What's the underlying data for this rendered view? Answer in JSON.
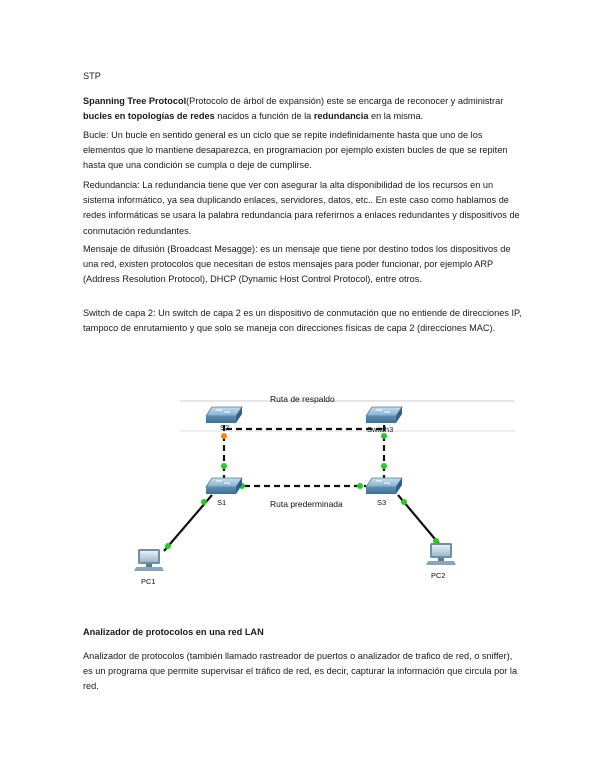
{
  "doc": {
    "title": "STP",
    "stp_paragraph": {
      "term": "Spanning Tree Protocol",
      "text_a": "(Protocolo de árbol de expansión) este se encarga de reconocer y administrar ",
      "bold_a": "bucles en topologías de redes",
      "text_b": " nacidos a función de la ",
      "bold_b": "redundancia",
      "text_c": " en la misma."
    },
    "bucle_paragraph": "Bucle: Un bucle en sentido general es un ciclo que se repite indefinidamente hasta que uno de los elementos que lo mantiene desaparezca, en programacion por ejemplo existen bucles de que se repiten hasta que una condición se cumpla o deje de cumplirse.",
    "redundancia_paragraph": "Redundancia: La redundancia tiene que ver con asegurar la alta disponibilidad de los recursos en un sistema informático, ya sea duplicando enlaces, servidores, datos, etc.. En este caso como hablamos de redes informáticas se usara la palabra redundancia para referirnos a enlaces redundantes y dispositivos de conmutación redundantes.",
    "difusion_paragraph": "Mensaje de difusión (Broadcast Mesagge): es un mensaje que tiene por destino todos los dispositivos de una red, existen protocolos que necesitan de estos mensajes para poder funcionar, por ejemplo ARP (Address Resolution Protocol), DHCP (Dynamic Host Control Protocol), entre otros.",
    "switch_paragraph": "Switch de capa 2: Un switch de capa 2 es un dispositivo de conmutación que no entiende de direcciones IP, tampoco de enrutamiento y que solo se maneja con direcciones físicas de capa 2 (direcciones MAC).",
    "analizador_heading": "Analizador de protocolos en una red LAN",
    "analizador_paragraph": "Analizador de protocolos (también llamado rastreador de puertos o analizador de trafico de red, o sniffer), es un programa que permite supervisar el tráfico de red, es decir, capturar la información que circula por la red."
  },
  "diagram": {
    "label_backup": "Ruta de respaldo",
    "label_default": "Ruta prederminada",
    "s2": "S2",
    "switch3": "Switch3",
    "s1": "S1",
    "s3": "S3",
    "pc1": "PC1",
    "pc2": "PC2",
    "colors": {
      "link": "#111111",
      "port_up": "#22cc22",
      "port_blocked": "#ff8800",
      "switch": "#6fa2c4"
    }
  }
}
